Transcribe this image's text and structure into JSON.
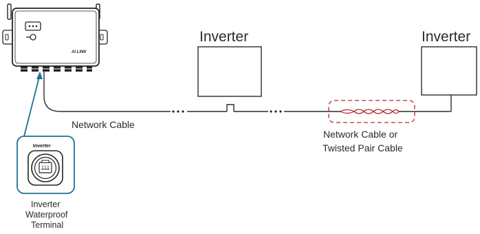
{
  "devices": {
    "logger_brand": "AI LINK",
    "inverter_1_label": "Inverter",
    "inverter_2_label": "Inverter"
  },
  "cables": {
    "network_cable_label": "Network Cable",
    "alternative_cable_line1": "Network Cable or",
    "alternative_cable_line2": "Twisted Pair Cable"
  },
  "terminal": {
    "panel_title": "Inverter",
    "caption_line1": "Inverter",
    "caption_line2": "Waterproof",
    "caption_line3": "Terminal"
  },
  "colors": {
    "line": "#2b2b2b",
    "callout": "#1f6f93",
    "highlight_dash": "#c0504d",
    "twisted_pair": "#b22222"
  }
}
